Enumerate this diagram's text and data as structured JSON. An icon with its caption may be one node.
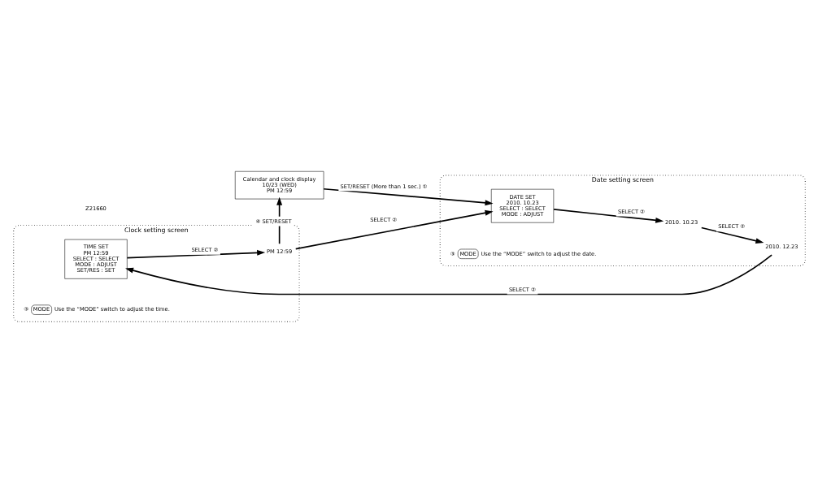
{
  "diagram": {
    "nodes": [
      {
        "text": [
          "Date setting screen"
        ]
      },
      {
        "text": [
          "DATE SET",
          "2010. 10.23",
          "SELECT : SELECT",
          "MODE : ADJUST"
        ],
        "in": 0
      },
      {
        "text": [
          "2010. 10.23"
        ],
        "in": 0
      },
      {
        "text": [
          "2010. 12.23"
        ],
        "in": 0
      },
      {
        "text": [
          "MODE"
        ],
        "in": 0,
        "beside": [
          "③",
          "Use the “MODE” switch to adjust the date."
        ]
      },
      {
        "text": [
          "Clock setting screen"
        ]
      },
      {
        "text": [
          "TIME SET",
          "PM 12:59",
          "SELECT : SELECT",
          "MODE : ADJUST",
          "SET/RES : SET"
        ],
        "in": 5
      },
      {
        "text": [
          "PM 12:59"
        ],
        "in": 5
      },
      {
        "text": [
          "MODE"
        ],
        "in": 5,
        "beside": [
          "③",
          "Use the “MODE” switch to adjust the time."
        ]
      },
      {
        "text": [
          "Calendar and clock display",
          "10/23 (WED)",
          "PM 12:59"
        ]
      }
    ],
    "edges": [
      {
        "from": 9,
        "to": 1,
        "arrow": "to",
        "label": "SET/RESET (More than 1 sec.) ①"
      },
      {
        "from": 1,
        "to": 2,
        "arrow": "to",
        "label": "SELECT ②"
      },
      {
        "from": 2,
        "to": 3,
        "arrow": "to",
        "label": "SELECT ②"
      },
      {
        "from": 3,
        "to": 6,
        "arrow": "to",
        "label": "SELECT ②"
      },
      {
        "from": 6,
        "to": 7,
        "arrow": "to",
        "label": "SELECT ②"
      },
      {
        "from": 7,
        "to": 1,
        "arrow": "to",
        "label": "SELECT ②"
      },
      {
        "from": 7,
        "to": 9,
        "arrow": "to",
        "label": "④ SET/RESET"
      }
    ],
    "labels": [
      "Z21660"
    ]
  }
}
